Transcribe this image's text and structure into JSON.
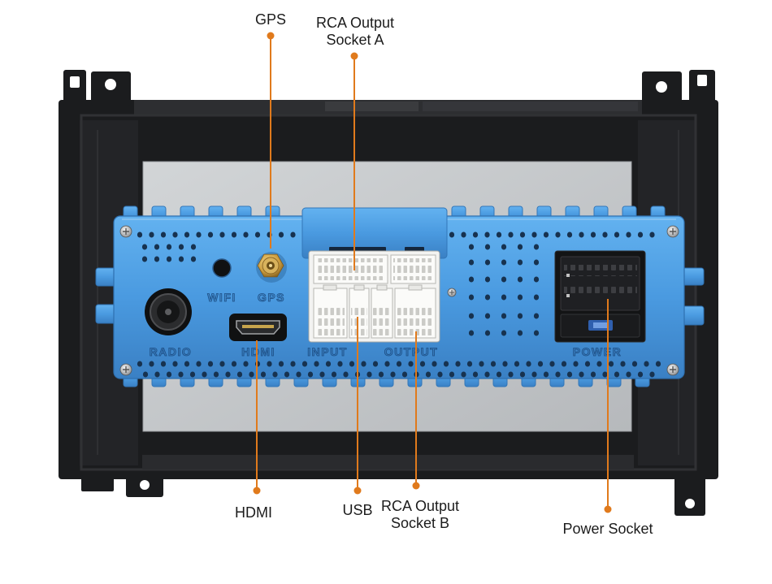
{
  "callouts": {
    "gps": {
      "label": "GPS"
    },
    "rca_output_a": {
      "line1": "RCA Output",
      "line2": "Socket A"
    },
    "hdmi": {
      "label": "HDMI"
    },
    "usb": {
      "label": "USB"
    },
    "rca_output_b": {
      "line1": "RCA Output",
      "line2": "Socket B"
    },
    "power_socket": {
      "label": "Power Socket"
    }
  },
  "panel_markings": {
    "radio": "RADIO",
    "wifi": "WIFI",
    "gps": "GPS",
    "hdmi": "HDMI",
    "input": "INPUT",
    "output": "OUTPUT",
    "power": "POWER"
  },
  "colors": {
    "accent": "#e07a1c",
    "panel": "#4a9ae0",
    "frame": "#1b1c1e",
    "plate": "#d2d5d7",
    "background": "#ffffff"
  }
}
